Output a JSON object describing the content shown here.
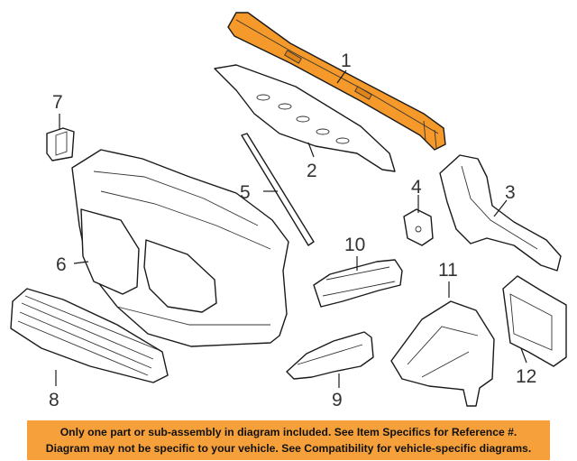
{
  "diagram": {
    "highlight_color": "#f59a2a",
    "callouts": [
      "1",
      "2",
      "3",
      "4",
      "5",
      "6",
      "7",
      "8",
      "9",
      "10",
      "11",
      "12"
    ]
  },
  "banner": {
    "line1": "Only one part or sub-assembly in diagram included. See Item Specifics for Reference #.",
    "line2": "Diagram may not be specific to your vehicle. See Compatibility for vehicle-specific diagrams.",
    "color": "#f5a03a"
  }
}
